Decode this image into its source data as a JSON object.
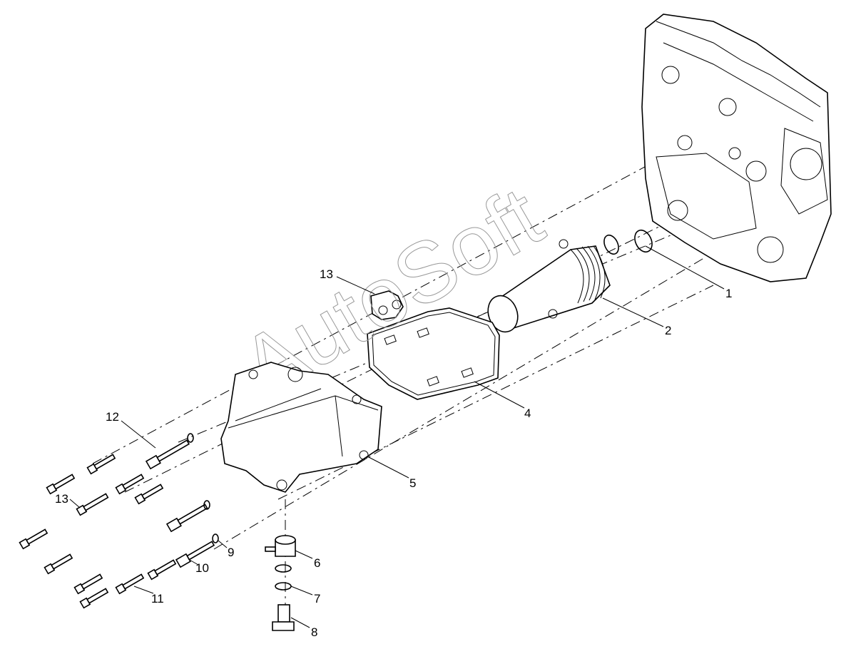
{
  "diagram": {
    "watermark": "AutoSoft",
    "callouts": {
      "c1": "1",
      "c2": "2",
      "c13a": "13",
      "c4": "4",
      "c5": "5",
      "c12": "12",
      "c13b": "13",
      "c6": "6",
      "c7": "7",
      "c8": "8",
      "c9": "9",
      "c10": "10",
      "c11": "11"
    }
  }
}
